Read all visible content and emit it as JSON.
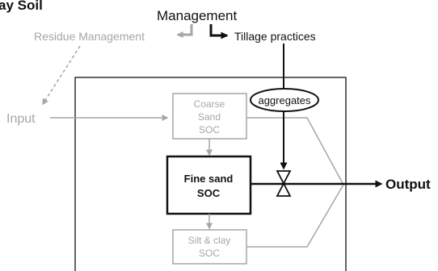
{
  "diagram": {
    "title_partial": "ay Soil",
    "management": "Management",
    "residue_management": "Residue Management",
    "tillage_practices": "Tillage practices",
    "input": "Input",
    "aggregates": "aggregates",
    "output": "Output",
    "coarse_sand": {
      "line1": "Coarse",
      "line2": "Sand",
      "line3": "SOC"
    },
    "fine_sand": {
      "line1": "Fine sand",
      "line2": "SOC"
    },
    "silt_clay": {
      "line1": "Silt & clay",
      "line2": "SOC"
    }
  },
  "colors": {
    "black": "#111111",
    "gray": "#a6a6a6",
    "background": "#ffffff"
  }
}
